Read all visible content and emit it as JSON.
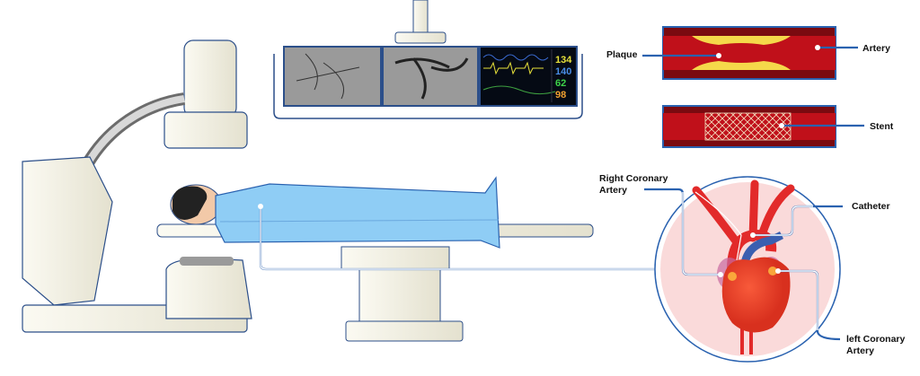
{
  "labels": {
    "plaque": "Plaque",
    "artery": "Artery",
    "stent": "Stent",
    "right_coronary_line1": "Right Coronary",
    "right_coronary_line2": "Artery",
    "catheter": "Catheter",
    "left_coronary_line1": "left Coronary",
    "left_coronary_line2": "Artery"
  },
  "monitor": {
    "values": [
      "134",
      "140",
      "62",
      "98"
    ],
    "colors": [
      "#e8e23a",
      "#4a8ee8",
      "#3ed24a",
      "#f0a030"
    ]
  },
  "colors": {
    "leader": "#2a62b0",
    "artery": "#c0101a",
    "plaque": "#f5d84a",
    "blanket": "#8fcdf5",
    "equipment": "#f1efe2",
    "inset_bg": "#fadada"
  }
}
